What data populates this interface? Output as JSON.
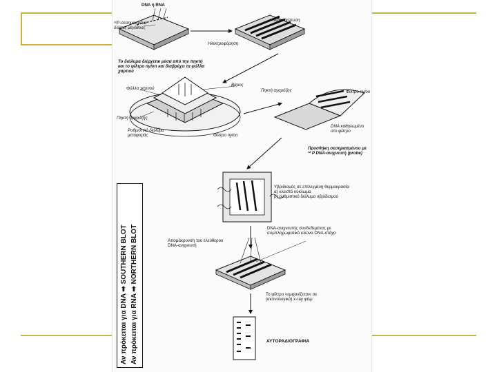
{
  "labels": {
    "dna_rna": "DNA ή RNA",
    "radiolabeled_fragments": "³²P-σεσημασμένα\nδείκτες μεγέθους",
    "gel_top": "Μετανάστευση",
    "electrophoresis": "Ηλεκτροφόρηση",
    "solution_flow": "Το διάλυμα διέρχεται μέσα από την πηκτή\nκαι το φίλτρο nylon και διαβρέχει τα φύλλα\nχαρτιού",
    "paper_sheets": "Φύλλα χαρτιού",
    "weight": "Βάρος",
    "gel_agarose": "Πηκτή αγαρόζης",
    "nylon_filter_top": "Φίλτρο nylon",
    "agarose_gel_left": "Πηκτή αγαρόζης",
    "transfer_buffer": "Ρυθμιστικό διάλυμα\nμεταφοράς",
    "nylon_filter_bottom": "Φίλτρο nylon",
    "dna_bound": "DNA καθηλωμένο\nστο φίλτρο",
    "add_probe": "Προσθήκη σεσημασμένου με\n³² P DNA-ανιχνευτή (probe)",
    "hybridization": "Υβριδισμός σε επιλεγμένη θερμοκρασία\nα) κλειστό κύκλωμα\nβ) ρυθμιστικό διάλυμα υβριδισμού",
    "probe_bound": "DNA-ανιχνευτής συνδεδεμένος με\nσυμπληρωματικό κλώνα DNA-στόχο",
    "remove_probe": "Απομάκρυνση του ελεύθερου\nDNA-ανιχνευτή",
    "xray": "Το φίλτρο «εμφανίζεται» σε\n(ακτινολογικό) x-ray φιλμ",
    "autoradiography": "ΑΥΤΟΡΑΔΙΟΓΡΑΦΙΑ"
  },
  "side_box": {
    "line1": "Αν πρόκειται για DNA ➡ SOUTHERN BLOT",
    "line2": "Αν πρόκειται για RNA ➡ NORTHERN BLOT"
  },
  "colors": {
    "accent": "#c9b24a",
    "ink": "#111111"
  }
}
